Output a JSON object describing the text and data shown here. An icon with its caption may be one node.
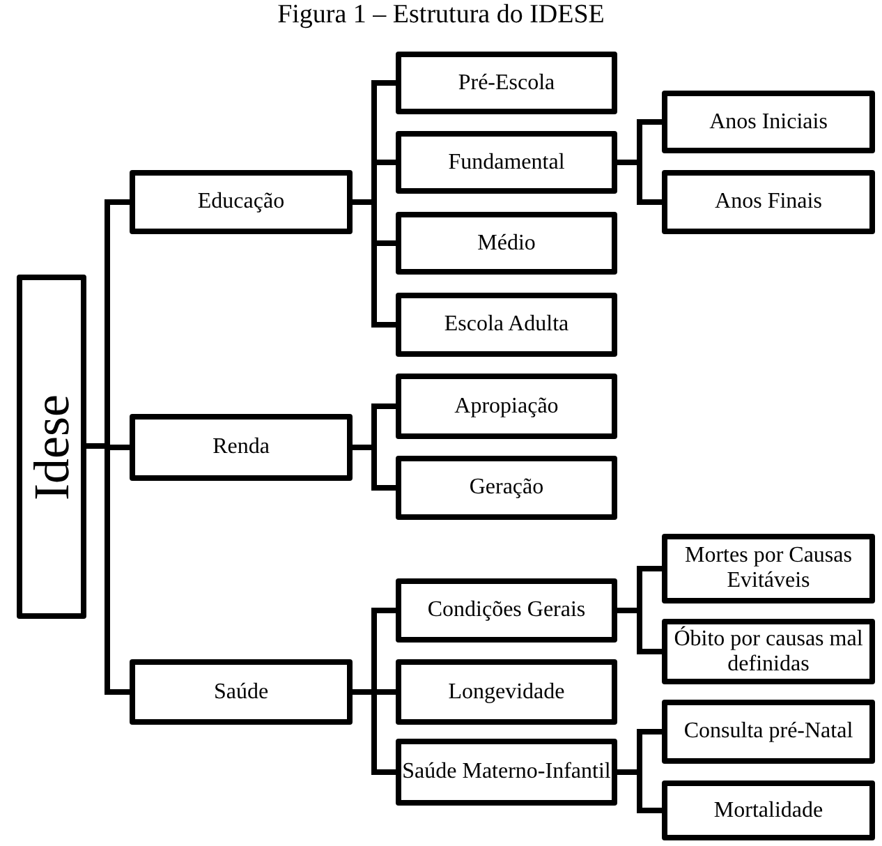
{
  "diagram": {
    "title": "Figura 1 – Estrutura do IDESE",
    "nodes": [
      {
        "text": [
          "Idese"
        ]
      },
      {
        "text": [
          "Educação"
        ]
      },
      {
        "text": [
          "Pré-Escola"
        ]
      },
      {
        "text": [
          "Fundamental"
        ]
      },
      {
        "text": [
          "Anos Iniciais"
        ]
      },
      {
        "text": [
          "Anos Finais"
        ]
      },
      {
        "text": [
          "Médio"
        ]
      },
      {
        "text": [
          "Escola Adulta"
        ]
      },
      {
        "text": [
          "Renda"
        ]
      },
      {
        "text": [
          "Apropiação"
        ]
      },
      {
        "text": [
          "Geração"
        ]
      },
      {
        "text": [
          "Saúde"
        ]
      },
      {
        "text": [
          "Condições Gerais"
        ]
      },
      {
        "text": [
          "Mortes por Causas Evitáveis"
        ]
      },
      {
        "text": [
          "Óbito por causas mal definidas"
        ]
      },
      {
        "text": [
          "Longevidade"
        ]
      },
      {
        "text": [
          "Saúde Materno-Infantil"
        ]
      },
      {
        "text": [
          "Consulta pré-Natal"
        ]
      },
      {
        "text": [
          "Mortalidade"
        ]
      }
    ],
    "edges": [
      {
        "from": 0,
        "to": 1,
        "arrow": "none"
      },
      {
        "from": 0,
        "to": 8,
        "arrow": "none"
      },
      {
        "from": 0,
        "to": 11,
        "arrow": "none"
      },
      {
        "from": 1,
        "to": 2,
        "arrow": "none"
      },
      {
        "from": 1,
        "to": 3,
        "arrow": "none"
      },
      {
        "from": 1,
        "to": 6,
        "arrow": "none"
      },
      {
        "from": 1,
        "to": 7,
        "arrow": "none"
      },
      {
        "from": 3,
        "to": 4,
        "arrow": "none"
      },
      {
        "from": 3,
        "to": 5,
        "arrow": "none"
      },
      {
        "from": 8,
        "to": 9,
        "arrow": "none"
      },
      {
        "from": 8,
        "to": 10,
        "arrow": "none"
      },
      {
        "from": 11,
        "to": 12,
        "arrow": "none"
      },
      {
        "from": 11,
        "to": 15,
        "arrow": "none"
      },
      {
        "from": 11,
        "to": 16,
        "arrow": "none"
      },
      {
        "from": 12,
        "to": 13,
        "arrow": "none"
      },
      {
        "from": 12,
        "to": 14,
        "arrow": "none"
      },
      {
        "from": 16,
        "to": 17,
        "arrow": "none"
      },
      {
        "from": 16,
        "to": 18,
        "arrow": "none"
      }
    ]
  }
}
